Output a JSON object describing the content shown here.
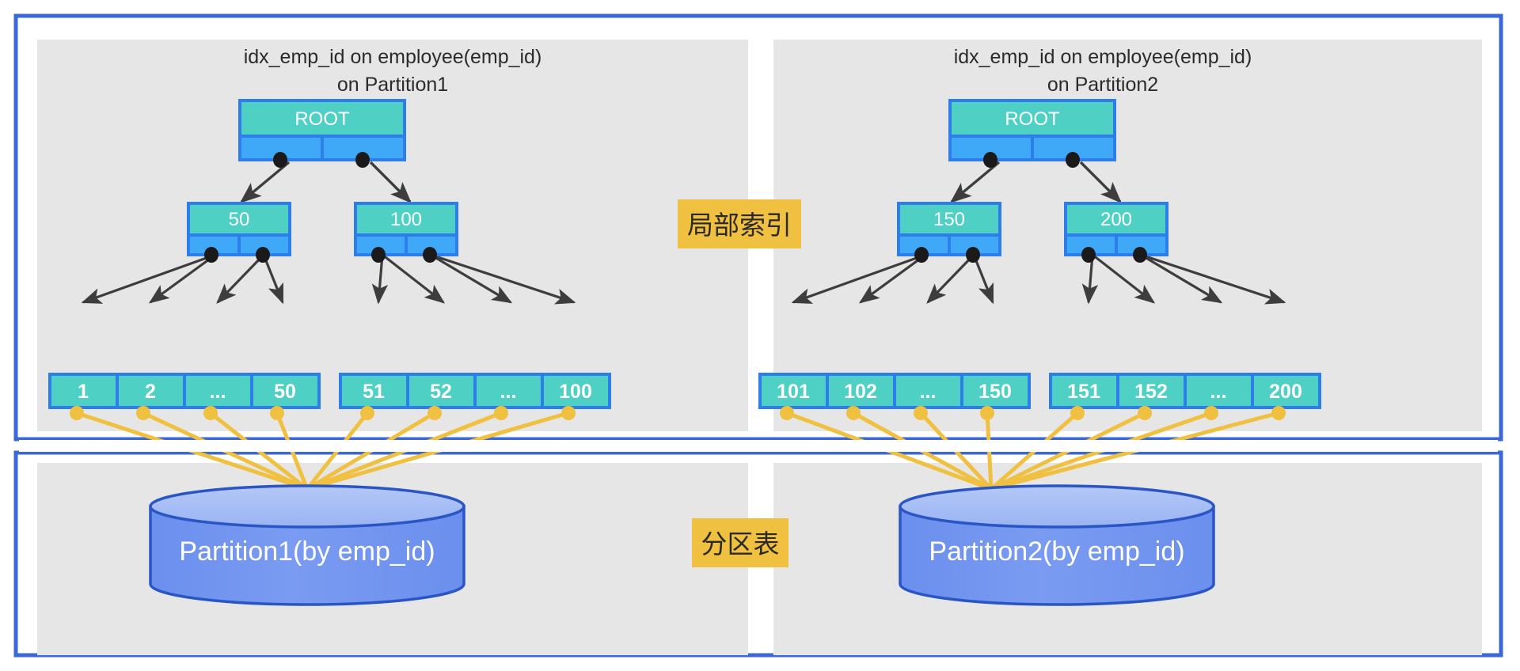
{
  "diagram": {
    "title_semantic": "local-index-on-partitioned-table",
    "colors": {
      "frame_border": "#3b68d6",
      "panel_bg": "#e6e6e6",
      "page_bg": "#ffffff",
      "node_header": "#4fd0c4",
      "node_pointer": "#40a9f7",
      "node_border": "#2d7dea",
      "leaf_fill": "#4fd0c4",
      "leaf_border": "#2d7dea",
      "arrow": "#3d3d3d",
      "pointer_dot": "#1a1a1a",
      "link_yellow": "#f0c040",
      "cylinder_fill": "#6f92ee",
      "cylinder_top": "#a8c0f4",
      "cylinder_border": "#2a55c4",
      "badge_bg": "#f0c040",
      "badge_text": "#2a2a2a"
    },
    "badges": [
      {
        "name": "local-index-badge",
        "label": "局部索引"
      },
      {
        "name": "partition-table-badge",
        "label": "分区表"
      }
    ],
    "index_section": {
      "trees": [
        {
          "id": "tree-partition1",
          "title_line1": "idx_emp_id on employee(emp_id)",
          "title_line2": "on Partition1",
          "root_label": "ROOT",
          "internal_nodes": [
            {
              "label": "50"
            },
            {
              "label": "100"
            }
          ],
          "leaf_groups": [
            {
              "cells": [
                "1",
                "2",
                "...",
                "50"
              ]
            },
            {
              "cells": [
                "51",
                "52",
                "...",
                "100"
              ]
            }
          ]
        },
        {
          "id": "tree-partition2",
          "title_line1": "idx_emp_id on employee(emp_id)",
          "title_line2": "on Partition2",
          "root_label": "ROOT",
          "internal_nodes": [
            {
              "label": "150"
            },
            {
              "label": "200"
            }
          ],
          "leaf_groups": [
            {
              "cells": [
                "101",
                "102",
                "...",
                "150"
              ]
            },
            {
              "cells": [
                "151",
                "152",
                "...",
                "200"
              ]
            }
          ]
        }
      ]
    },
    "table_section": {
      "cylinders": [
        {
          "id": "cylinder-partition1",
          "label": "Partition1(by emp_id)"
        },
        {
          "id": "cylinder-partition2",
          "label": "Partition2(by emp_id)"
        }
      ]
    }
  }
}
